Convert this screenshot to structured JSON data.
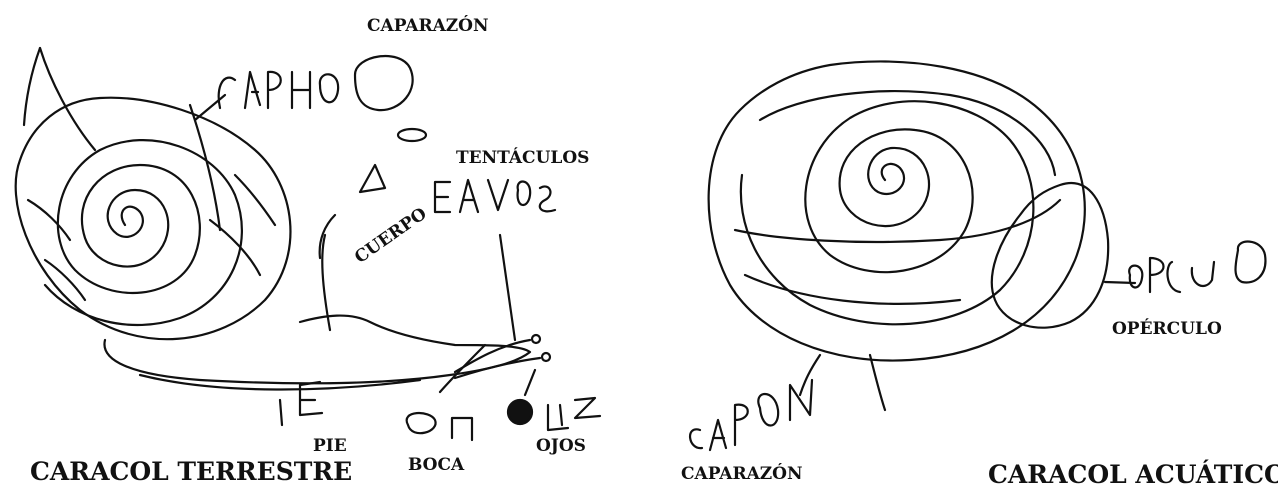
{
  "left_snail": {
    "title": "CARACOL TERRESTRE",
    "labels": {
      "caparazon": "CAPARAZÓN",
      "tentaculos": "TENTÁCULOS",
      "cuerpo": "CUERPO",
      "pie": "PIE",
      "boca": "BOCA",
      "ojos": "OJOS"
    }
  },
  "right_snail": {
    "title": "CARACOL ACUÁTICO",
    "labels": {
      "caparazon": "CAPARAZÓN",
      "operculo": "OPÉRCULO"
    }
  },
  "ink_color": "#111111"
}
